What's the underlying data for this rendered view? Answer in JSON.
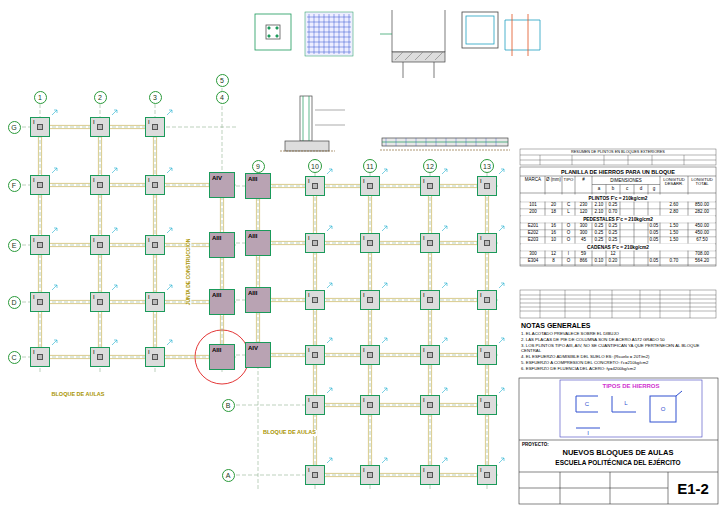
{
  "diagram": {
    "nodes": [
      {
        "text": [
          "1"
        ]
      },
      {
        "text": [
          "2"
        ]
      },
      {
        "text": [
          "3"
        ]
      },
      {
        "text": [
          "4"
        ]
      },
      {
        "text": [
          "5"
        ]
      },
      {
        "text": [
          "G"
        ]
      },
      {
        "text": [
          "F"
        ]
      },
      {
        "text": [
          "E"
        ]
      },
      {
        "text": [
          "D"
        ]
      },
      {
        "text": [
          "C"
        ]
      },
      {
        "text": [
          "I"
        ]
      },
      {
        "text": [
          "I"
        ]
      },
      {
        "text": [
          "I"
        ]
      },
      {
        "text": [
          "I"
        ]
      },
      {
        "text": [
          "I"
        ]
      },
      {
        "text": [
          "I"
        ]
      },
      {
        "text": [
          "I"
        ]
      },
      {
        "text": [
          "I"
        ]
      },
      {
        "text": [
          "I"
        ]
      },
      {
        "text": [
          "I"
        ]
      },
      {
        "text": [
          "I"
        ]
      },
      {
        "text": [
          "I"
        ]
      },
      {
        "text": [
          "I"
        ]
      },
      {
        "text": [
          "I"
        ]
      },
      {
        "text": [
          "I"
        ]
      },
      {
        "text": [
          "AIV"
        ]
      },
      {
        "text": [
          "AIII"
        ]
      },
      {
        "text": [
          "AIII"
        ]
      },
      {
        "text": [
          "AIII"
        ]
      },
      {
        "text": [
          "9"
        ]
      },
      {
        "text": [
          "10"
        ]
      },
      {
        "text": [
          "11"
        ]
      },
      {
        "text": [
          "12"
        ]
      },
      {
        "text": [
          "13"
        ]
      },
      {
        "text": [
          "B"
        ]
      },
      {
        "text": [
          "A"
        ]
      },
      {
        "text": [
          "AIII"
        ]
      },
      {
        "text": [
          "AIII"
        ]
      },
      {
        "text": [
          "AIII"
        ]
      },
      {
        "text": [
          "AIV"
        ]
      },
      {
        "text": [
          "I"
        ]
      },
      {
        "text": [
          "I"
        ]
      },
      {
        "text": [
          "I"
        ]
      },
      {
        "text": [
          "I"
        ]
      },
      {
        "text": [
          "I"
        ]
      },
      {
        "text": [
          "I"
        ]
      },
      {
        "text": [
          "I"
        ]
      },
      {
        "text": [
          "I"
        ]
      },
      {
        "text": [
          "I"
        ]
      },
      {
        "text": [
          "I"
        ]
      },
      {
        "text": [
          "I"
        ]
      },
      {
        "text": [
          "I"
        ]
      },
      {
        "text": [
          "I"
        ]
      },
      {
        "text": [
          "I"
        ]
      },
      {
        "text": [
          "I"
        ]
      },
      {
        "text": [
          "I"
        ]
      },
      {
        "text": [
          "I"
        ]
      },
      {
        "text": [
          "I"
        ]
      },
      {
        "text": [
          "I"
        ]
      },
      {
        "text": [
          "I"
        ]
      },
      {
        "text": [
          "I"
        ]
      },
      {
        "text": [
          "I"
        ]
      },
      {
        "text": [
          "I"
        ]
      },
      {
        "text": [
          "I"
        ]
      }
    ],
    "labels": [
      "PLANILLA DE HIERROS PARA UN BLOQUE",
      "MARCA",
      "Ø (mm)",
      "TIPO",
      "#",
      "DIMENSIONES",
      "a",
      "b",
      "c",
      "d",
      "g",
      "LONGITUD DESARR.",
      "LONGITUD TOTAL",
      "PLINTOS F'c = 210kg/cm2",
      "101",
      "20",
      "C",
      "230",
      "2.10",
      "0.25",
      "2.60",
      "850.00",
      "200",
      "18",
      "L",
      "120",
      "2.10",
      "0.70",
      "2.80",
      "282.00",
      "PEDESTALES F'c = 210kg/cm2",
      "E201",
      "16",
      "O",
      "300",
      "0.25",
      "0.25",
      "0.05",
      "1.50",
      "450.00",
      "E202",
      "16",
      "O",
      "300",
      "0.25",
      "0.25",
      "0.05",
      "1.50",
      "450.00",
      "E203",
      "10",
      "O",
      "45",
      "0.25",
      "0.25",
      "0.05",
      "1.50",
      "67.50",
      "CADENAS F'c = 210kg/cm2",
      "300",
      "12",
      "I",
      "59",
      "12",
      "708.00",
      "E304",
      "8",
      "O",
      "866",
      "0.10",
      "0.20",
      "0.05",
      "0.70",
      "564.20",
      "NOTAS GENERALES",
      "1. EL ACOTADO PREVALECE SOBRE EL DIBUJO",
      "2. LAS PLACAS DE PIE DE COLUMNA SON DE ACERO A572 GRADO 50",
      "3. LOS PLINTOS TIPO AIII, AIV, NO SE CUANTIFICAN YA QUE PERTENECEN AL BLOQUE CENTRAL",
      "4. EL ESFUERZO ADMISIBLE DEL SUELO ES: (Rsuelo = 20T/m2)",
      "5. ESFUERZO A COMPRESION DEL CONCRETO: f'c=210kg/cm2",
      "6. ESFUERZO DE FLUENCIA DEL ACERO: fy=4200kg/cm2",
      "TIPOS DE HIERROS",
      "C",
      "L",
      "I",
      "O",
      "PROYECTO:",
      "NUEVOS BLOQUES DE AULAS",
      "ESCUELA POLITÉCNICA DEL EJÉRCITO",
      "E1-2",
      "BLOQUE DE AULAS",
      "BLOQUE DE AULAS",
      "JUNTA DE CONSTRUCCION",
      "RESUMEN DE PLINTOS EN BLOQUES EXTERIORES"
    ]
  }
}
